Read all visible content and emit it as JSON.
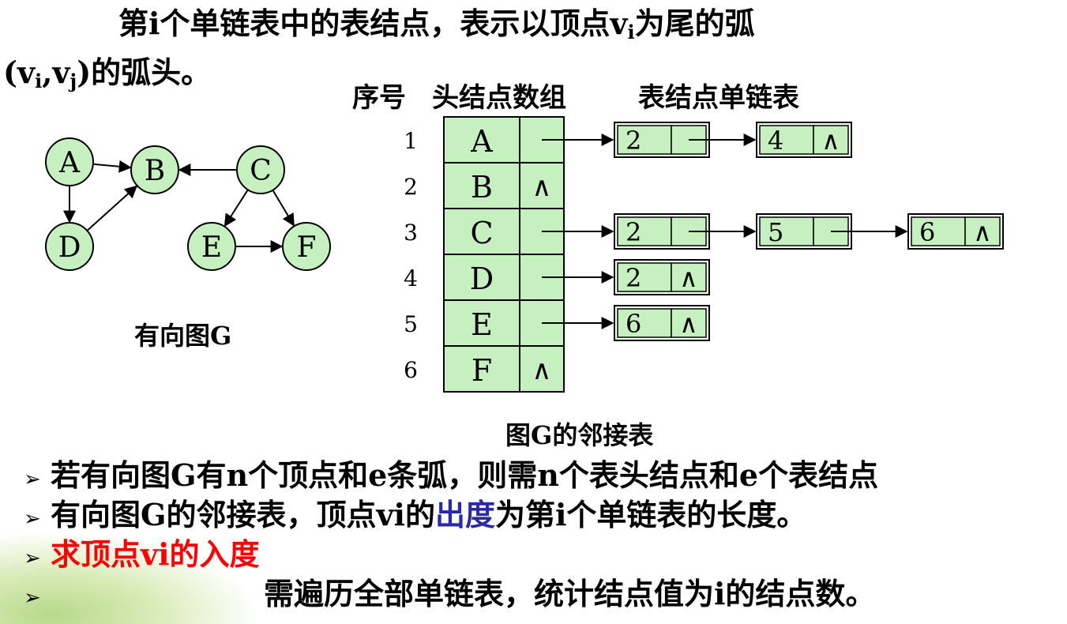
{
  "heading": {
    "line1_pre": "第i个单链表中的表结点，表示以顶点v",
    "line1_sub": "i",
    "line1_post": "为尾的弧",
    "line2_open": "(v",
    "line2_sub_i": "i",
    "line2_comma": ",v",
    "line2_sub_j": "j",
    "line2_post": ")的弧头。"
  },
  "graph": {
    "caption": "有向图G",
    "nodes": [
      {
        "id": "A",
        "label": "A"
      },
      {
        "id": "B",
        "label": "B"
      },
      {
        "id": "C",
        "label": "C"
      },
      {
        "id": "D",
        "label": "D"
      },
      {
        "id": "E",
        "label": "E"
      },
      {
        "id": "F",
        "label": "F"
      }
    ],
    "edges": [
      {
        "from": "A",
        "to": "B"
      },
      {
        "from": "A",
        "to": "D"
      },
      {
        "from": "D",
        "to": "B"
      },
      {
        "from": "C",
        "to": "B"
      },
      {
        "from": "C",
        "to": "E"
      },
      {
        "from": "C",
        "to": "F"
      },
      {
        "from": "E",
        "to": "F"
      }
    ]
  },
  "adjacency": {
    "col_index": "序号",
    "col_head": "头结点数组",
    "col_list": "表结点单链表",
    "caption": "图G的邻接表",
    "null_symbol": "∧",
    "rows": [
      {
        "index": "1",
        "vertex": "A",
        "list": [
          "2",
          "4"
        ]
      },
      {
        "index": "2",
        "vertex": "B",
        "list": []
      },
      {
        "index": "3",
        "vertex": "C",
        "list": [
          "2",
          "5",
          "6"
        ]
      },
      {
        "index": "4",
        "vertex": "D",
        "list": [
          "2"
        ]
      },
      {
        "index": "5",
        "vertex": "E",
        "list": [
          "6"
        ]
      },
      {
        "index": "6",
        "vertex": "F",
        "list": []
      }
    ]
  },
  "bullets": {
    "marker": "➢",
    "b1": "若有向图G有n个顶点和e条弧，则需n个表头结点和e个表结点",
    "b2_pre": "有向图G的邻接表，顶点vi的",
    "b2_highlight": "出度",
    "b2_post": "为第i个单链表的长度。",
    "b3": "求顶点vi的入度",
    "b4": "需遍历全部单链表，统计结点值为i的结点数。"
  },
  "colors": {
    "node_fill": "#c6f0c0",
    "cell_fill": "#c6f0c0",
    "highlight_blue": "#2a2aa8",
    "highlight_red": "#ff0000"
  }
}
